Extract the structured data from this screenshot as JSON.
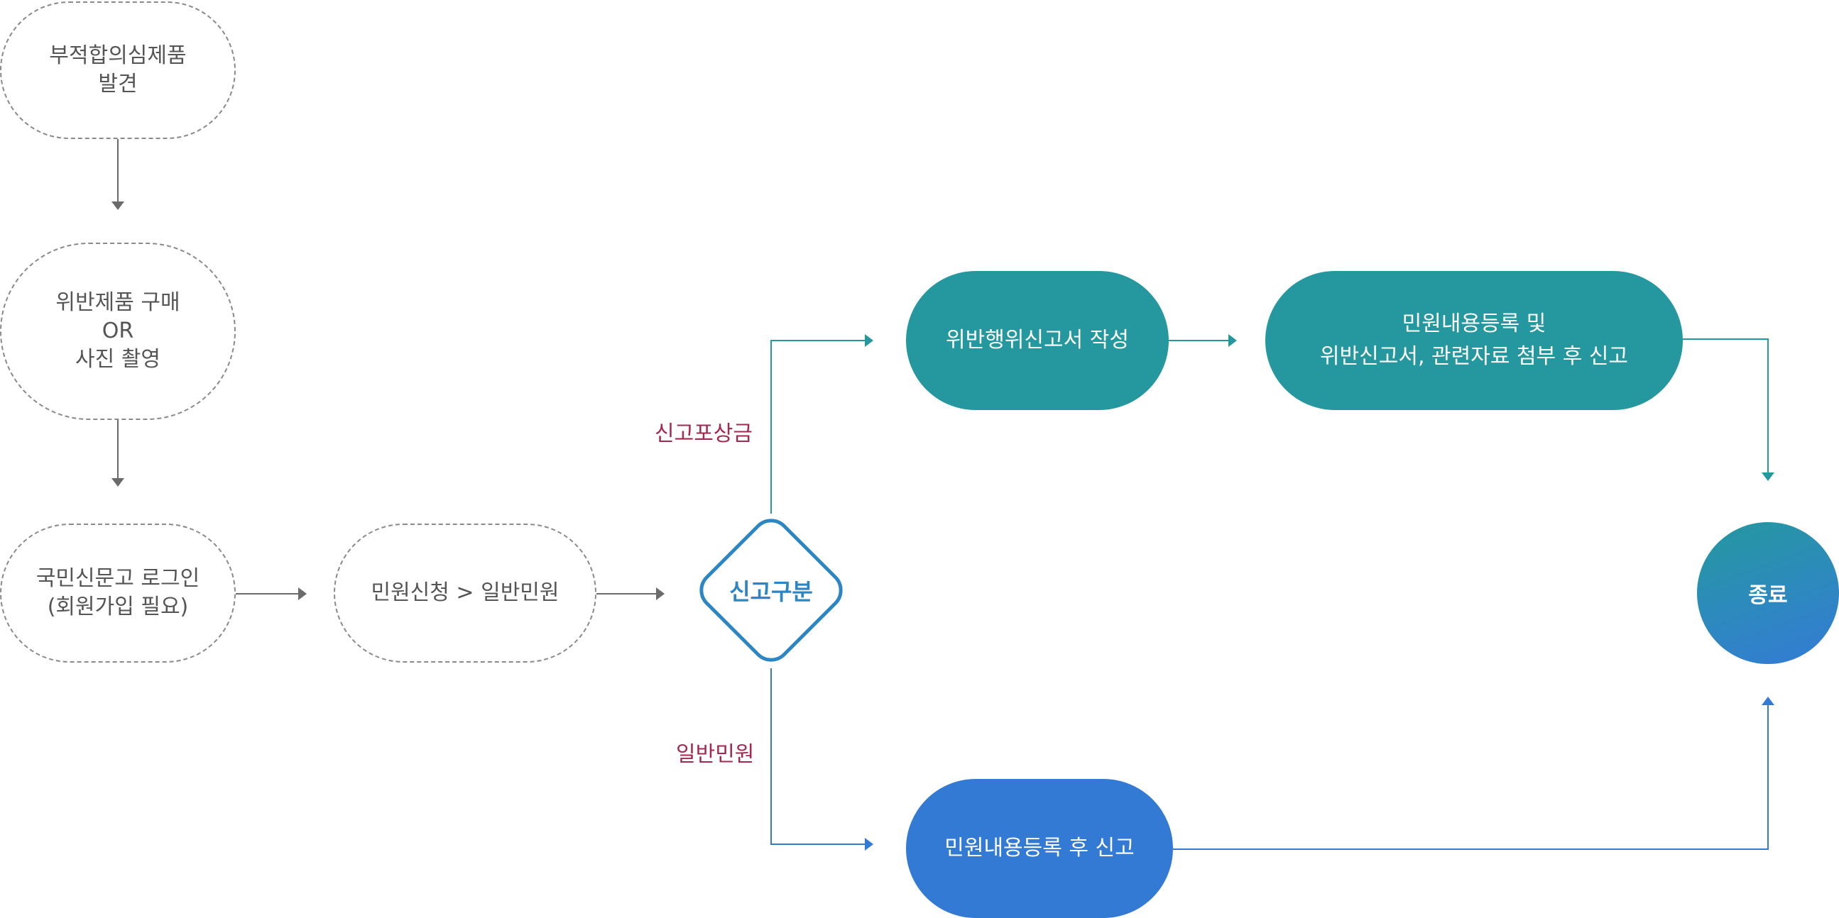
{
  "nodes": {
    "discover": {
      "line1": "부적합의심제품",
      "line2": "발견"
    },
    "purchase": {
      "line1": "위반제품 구매",
      "line2": "OR",
      "line3": "사진 촬영"
    },
    "login": {
      "line1": "국민신문고 로그인",
      "line2": "(회원가입 필요)"
    },
    "apply": {
      "label": "민원신청 > 일반민원"
    },
    "decision": {
      "label": "신고구분"
    },
    "write_report": {
      "label": "위반행위신고서 작성"
    },
    "register_attach": {
      "line1": "민원내용등록 및",
      "line2": "위반신고서, 관련자료 첨부 후 신고"
    },
    "register_report": {
      "label": "민원내용등록 후 신고"
    },
    "end": {
      "label": "종료"
    }
  },
  "branches": {
    "reward": "신고포상금",
    "general": "일반민원"
  },
  "colors": {
    "teal": "#24989e",
    "blue": "#337ad5",
    "dashed_border": "#8a8a8a",
    "arrow_gray": "#6b6b6b",
    "branch_label": "#a3294f",
    "decision": "#2c86c4"
  }
}
